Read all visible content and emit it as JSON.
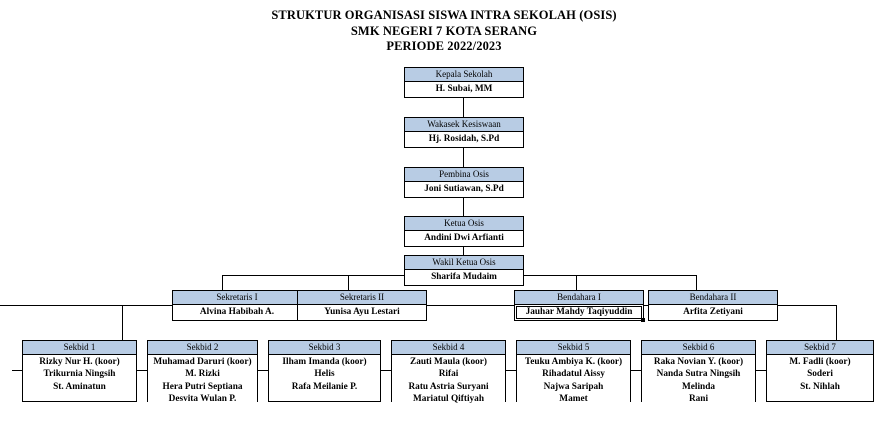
{
  "title": {
    "line1": "STRUKTUR ORGANISASI SISWA INTRA SEKOLAH (OSIS)",
    "line2": "SMK NEGERI 7 KOTA SERANG",
    "line3": "PERIODE 2022/2023"
  },
  "colors": {
    "header_fill": "#b8cce4",
    "border": "#000000",
    "background": "#ffffff",
    "text": "#000000"
  },
  "nodes": {
    "kepala_sekolah": {
      "role": "Kepala Sekolah",
      "names": [
        "H. Subai, MM"
      ]
    },
    "wakasek_kesiswaan": {
      "role": "Wakasek Kesiswaan",
      "names": [
        "Hj. Rosidah, S.Pd"
      ]
    },
    "pembina_osis": {
      "role": "Pembina Osis",
      "names": [
        "Joni Sutiawan, S.Pd"
      ]
    },
    "ketua_osis": {
      "role": "Ketua Osis",
      "names": [
        "Andini Dwi Arfianti"
      ]
    },
    "wakil_ketua_osis": {
      "role": "Wakil Ketua Osis",
      "names": [
        "Sharifa Mudaim"
      ]
    },
    "sekretaris_1": {
      "role": "Sekretaris I",
      "names": [
        "Alvina Habibah A."
      ]
    },
    "sekretaris_2": {
      "role": "Sekretaris II",
      "names": [
        "Yunisa Ayu Lestari"
      ]
    },
    "bendahara_1": {
      "role": "Bendahara I",
      "names": [
        "Jauhar Mahdy Taqiyuddin"
      ],
      "selected": true
    },
    "bendahara_2": {
      "role": "Bendahara II",
      "names": [
        "Arfita Zetiyani"
      ]
    },
    "sekbid_1": {
      "role": "Sekbid 1",
      "names": [
        "Rizky Nur H. (koor)",
        "Trikurnia Ningsih",
        "St. Aminatun"
      ]
    },
    "sekbid_2": {
      "role": "Sekbid 2",
      "names": [
        "Muhamad Daruri (koor)",
        "M. Rizki",
        "Hera Putri Septiana",
        "Desvita Wulan P."
      ]
    },
    "sekbid_3": {
      "role": "Sekbid 3",
      "names": [
        "Ilham Imanda (koor)",
        "Helis",
        "Rafa Meilanie P."
      ]
    },
    "sekbid_4": {
      "role": "Sekbid 4",
      "names": [
        "Zauti Maula (koor)",
        "Rifai",
        "Ratu Astria Suryani",
        "Mariatul Qiftiyah"
      ]
    },
    "sekbid_5": {
      "role": "Sekbid 5",
      "names": [
        "Teuku Ambiya K. (koor)",
        "Rihadatul Aissy",
        "Najwa Saripah",
        "Mamet"
      ]
    },
    "sekbid_6": {
      "role": "Sekbid 6",
      "names": [
        "Raka Novian Y. (koor)",
        "Nanda Sutra Ningsih",
        "Melinda",
        "Rani"
      ]
    },
    "sekbid_7": {
      "role": "Sekbid 7",
      "names": [
        "M. Fadli (koor)",
        "Soderi",
        "St. Nihlah"
      ]
    }
  }
}
